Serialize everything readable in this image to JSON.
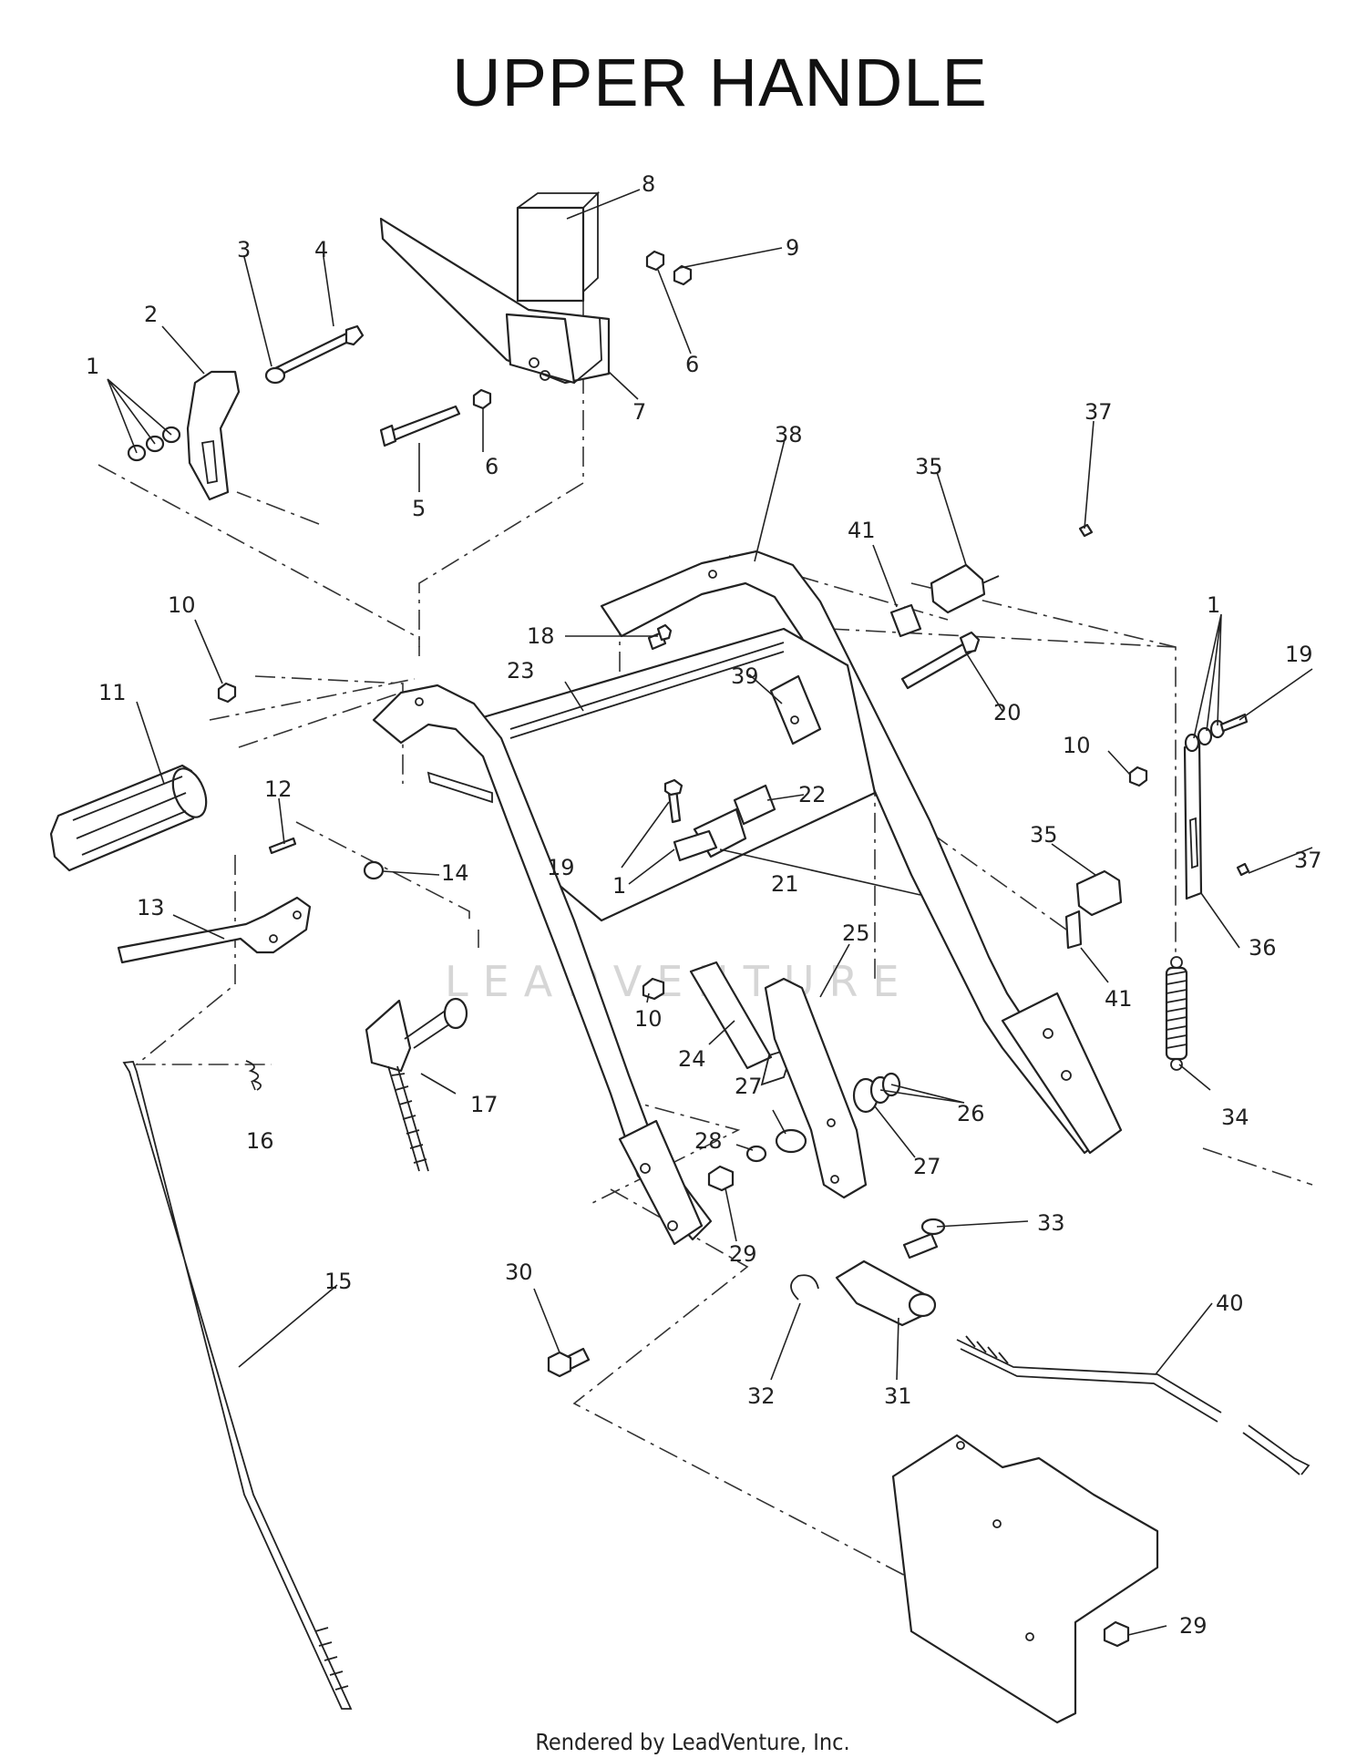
{
  "title": "UPPER HANDLE",
  "footer": "Rendered by LeadVenture, Inc.",
  "watermark": "LEADVENTURE",
  "callouts": [
    "1",
    "2",
    "3",
    "4",
    "8",
    "9",
    "6",
    "7",
    "5",
    "6",
    "38",
    "35",
    "37",
    "41",
    "10",
    "11",
    "18",
    "23",
    "39",
    "20",
    "1",
    "19",
    "10",
    "12",
    "22",
    "19",
    "1",
    "21",
    "35",
    "37",
    "13",
    "14",
    "25",
    "36",
    "41",
    "10",
    "24",
    "27",
    "26",
    "28",
    "27",
    "17",
    "34",
    "16",
    "29",
    "33",
    "40",
    "30",
    "15",
    "32",
    "31",
    "29"
  ]
}
